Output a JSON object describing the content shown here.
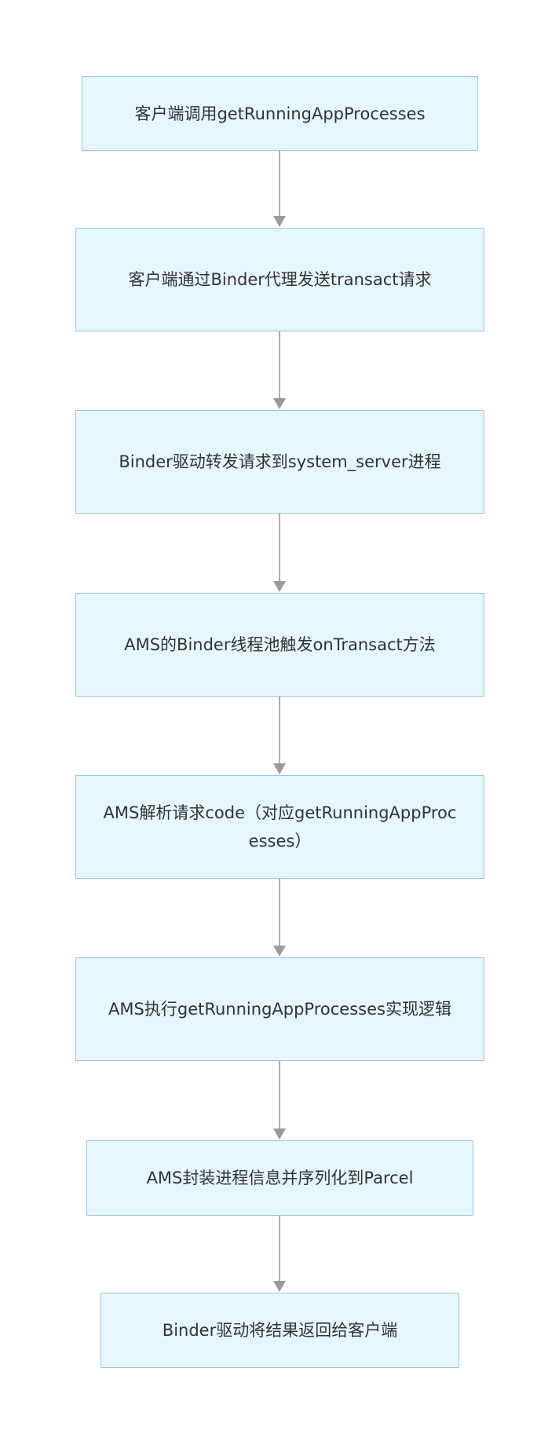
{
  "diagram": {
    "type": "flowchart",
    "direction": "top-to-bottom",
    "colors": {
      "node_fill": "#e6f6fd",
      "node_border": "#9cc3e0",
      "edge": "#9a9a9a",
      "text": "#333333"
    },
    "nodes": [
      {
        "id": "n1",
        "label": "客户端调用getRunningAppProcesses"
      },
      {
        "id": "n2",
        "label": "客户端通过Binder代理发送transact请求"
      },
      {
        "id": "n3",
        "label": "Binder驱动转发请求到system_server进程"
      },
      {
        "id": "n4",
        "label": "AMS的Binder线程池触发onTransact方法"
      },
      {
        "id": "n5",
        "label": "AMS解析请求code（对应getRunningAppProcesses）"
      },
      {
        "id": "n6",
        "label": "AMS执行getRunningAppProcesses实现逻辑"
      },
      {
        "id": "n7",
        "label": "AMS封装进程信息并序列化到Parcel"
      },
      {
        "id": "n8",
        "label": "Binder驱动将结果返回给客户端"
      }
    ],
    "edges": [
      {
        "from": "n1",
        "to": "n2"
      },
      {
        "from": "n2",
        "to": "n3"
      },
      {
        "from": "n3",
        "to": "n4"
      },
      {
        "from": "n4",
        "to": "n5"
      },
      {
        "from": "n5",
        "to": "n6"
      },
      {
        "from": "n6",
        "to": "n7"
      },
      {
        "from": "n7",
        "to": "n8"
      }
    ]
  }
}
